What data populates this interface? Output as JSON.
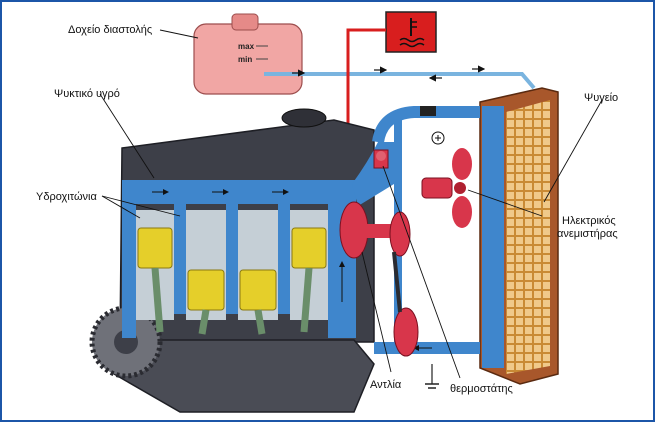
{
  "labels": {
    "expansion_tank": "Δοχείο διαστολής",
    "coolant": "Ψυκτικό υγρό",
    "water_jackets": "Υδροχιτώνια",
    "radiator": "Ψυγείο",
    "electric_fan_line1": "Ηλεκτρικός",
    "electric_fan_line2": "ανεμιστήρας",
    "pump": "Αντλία",
    "thermostat": "θερμοστάτης"
  },
  "tank_marks": {
    "max": "max",
    "min": "min"
  },
  "colors": {
    "coolant": "#3f86cc",
    "engine_block": "#3d3f48",
    "pistons": "#e5cf2a",
    "fan_pump": "#d8364b",
    "radiator_core": "#dca24a",
    "sensor_wire": "#d81e1e",
    "border": "#1c56a8"
  },
  "icons": [
    "temperature-gauge-icon",
    "electric-fan-icon",
    "water-pump-icon",
    "thermostat-icon",
    "ground-icon"
  ]
}
